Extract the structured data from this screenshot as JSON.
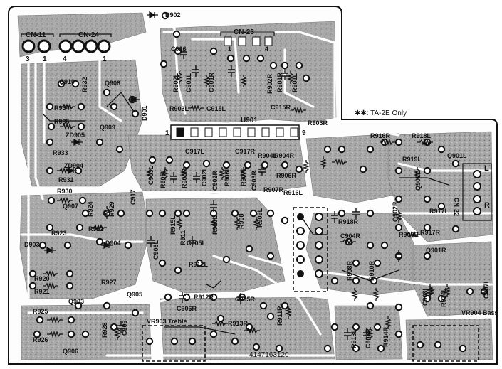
{
  "board": {
    "note": "✱✱: TA-2E Only",
    "code": "4147163120",
    "connectors": [
      {
        "label": "CN-11",
        "pins": [
          "3",
          "1"
        ]
      },
      {
        "label": "CN-24",
        "pins": [
          "4",
          "1"
        ]
      },
      {
        "label": "CN-23",
        "pins": [
          "1",
          "4"
        ]
      },
      {
        "label": "CN-22",
        "pins": [
          "L",
          "R"
        ]
      }
    ],
    "ic": {
      "label": "U901",
      "pins": [
        "1",
        "9"
      ]
    },
    "controls": [
      {
        "label": "VR903 Treble"
      },
      {
        "label": "VR904 Bass"
      }
    ],
    "designators": [
      "D902",
      "C916",
      "R902L",
      "C901L",
      "C901R",
      "R902R",
      "R901R",
      "R901L",
      "R903L",
      "C915L",
      "C915R",
      "R903R",
      "Q910",
      "R932",
      "Q908",
      "D901",
      "R934",
      "R935",
      "ZD905",
      "Q909",
      "R933",
      "ZD904",
      "R931",
      "R930",
      "Q907",
      "R924",
      "R929",
      "R923",
      "D903",
      "R922",
      "D904",
      "R920",
      "R921",
      "Q903",
      "R927",
      "Q905",
      "R925",
      "R926",
      "Q906",
      "R928",
      "C909",
      "C917L",
      "C917R",
      "R904L",
      "R904R",
      "C903L",
      "R905L",
      "R905R",
      "C902L",
      "C902R",
      "R906L",
      "R907L",
      "C903R",
      "R906R",
      "R907R",
      "R916L",
      "R916R",
      "R918L",
      "R919L",
      "Q901L",
      "Q902L",
      "R917L",
      "Q902R",
      "R918R",
      "C904R",
      "R909R",
      "R917R",
      "Q901R",
      "C917",
      "R915L",
      "R911",
      "R910L",
      "R908",
      "R909L",
      "C906L",
      "C905L",
      "R912L",
      "R912R",
      "C906R",
      "C905R",
      "R913R",
      "R911R",
      "R908R",
      "R910R",
      "C908L",
      "R914L",
      "C907L",
      "R914R",
      "C908R",
      "R913L"
    ]
  }
}
